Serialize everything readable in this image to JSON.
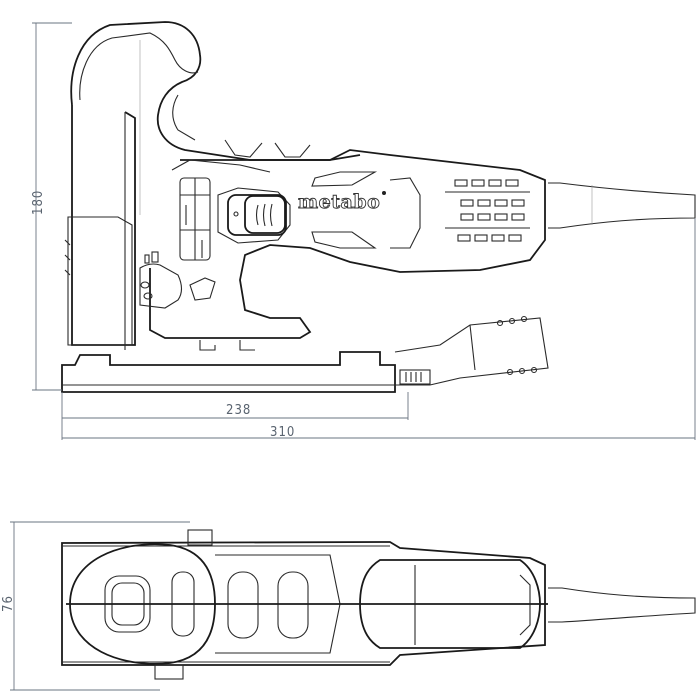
{
  "drawing": {
    "subject": "jigsaw",
    "brand_label": "metabo",
    "side_view": {
      "dimensions": {
        "height": "180",
        "base_length": "238",
        "total_length": "310"
      }
    },
    "top_view": {
      "dimensions": {
        "width": "76"
      }
    },
    "colors": {
      "line": "#2a2a2a",
      "dimension": "#6a7480",
      "background": "#ffffff"
    }
  }
}
